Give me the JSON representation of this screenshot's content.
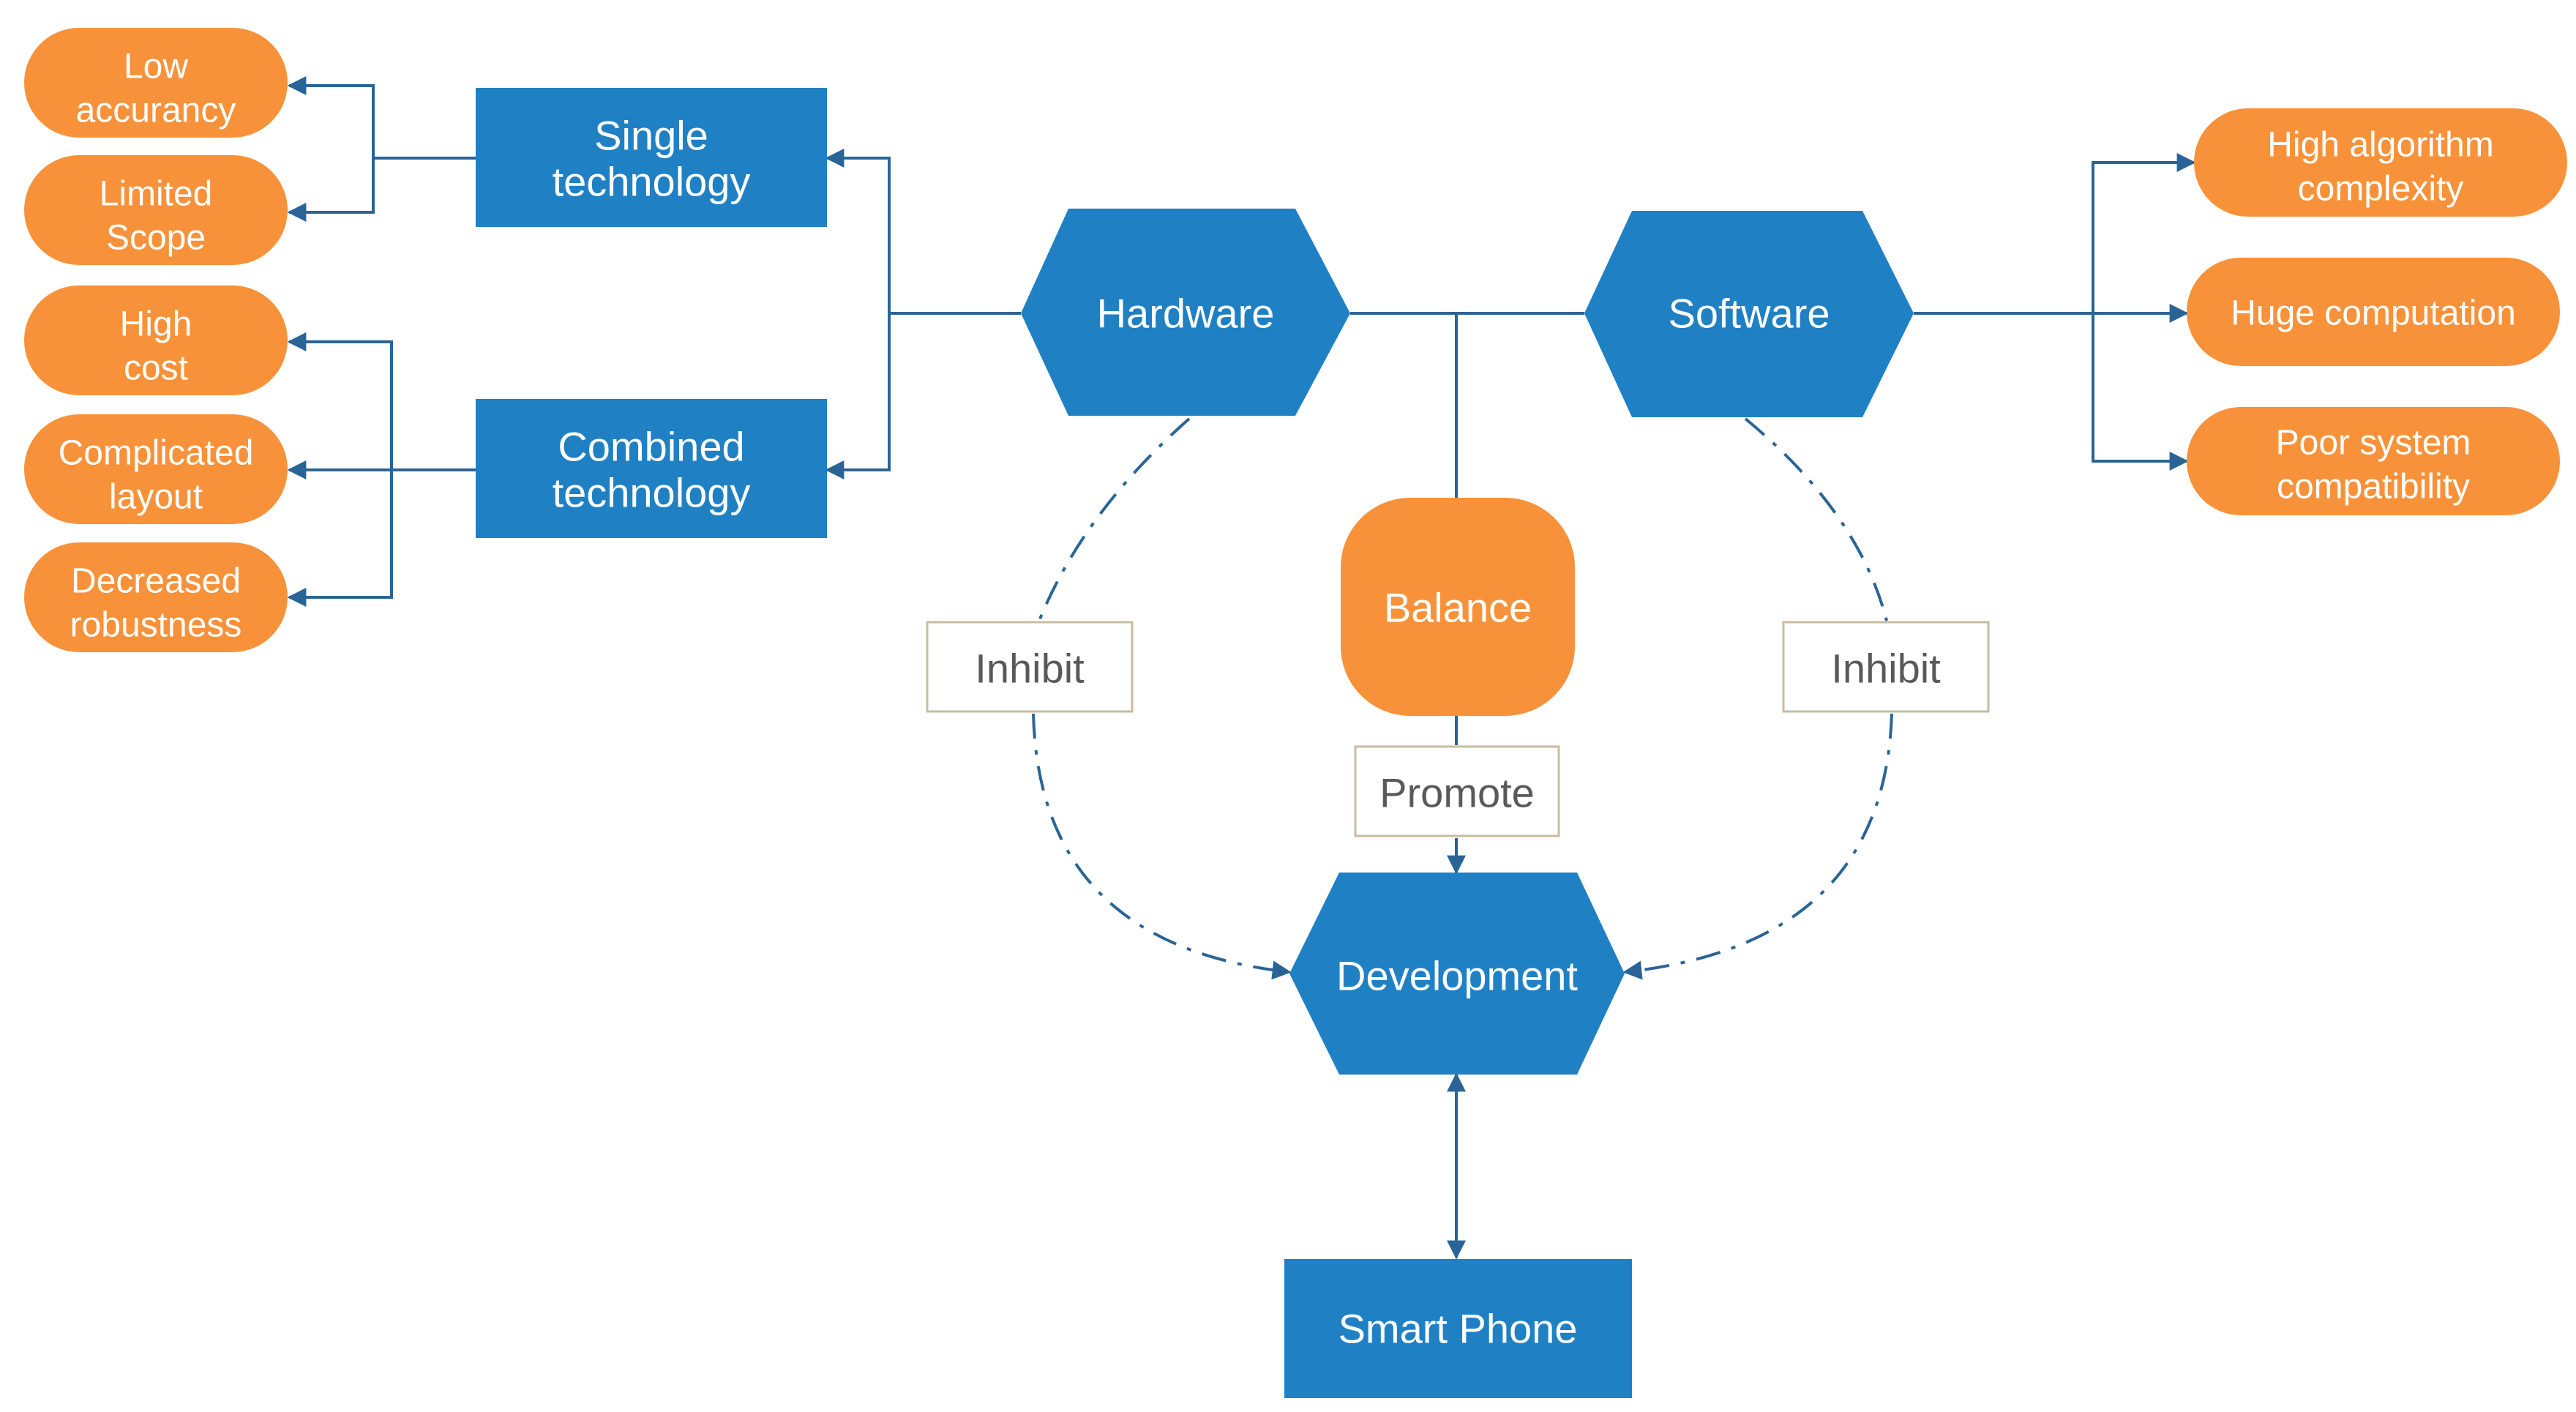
{
  "colors": {
    "blue": "#2080c4",
    "orange": "#f7923a",
    "connector": "#2a6496",
    "label_border": "#c8bca0",
    "label_text": "#595959"
  },
  "left_pills": [
    {
      "id": "low-accuracy",
      "lines": [
        "Low",
        "accurancy"
      ]
    },
    {
      "id": "limited-scope",
      "lines": [
        "Limited",
        "Scope"
      ]
    },
    {
      "id": "high-cost",
      "lines": [
        "High",
        "cost"
      ]
    },
    {
      "id": "complicated-layout",
      "lines": [
        "Complicated",
        "layout"
      ]
    },
    {
      "id": "decreased-robustness",
      "lines": [
        "Decreased",
        "robustness"
      ]
    }
  ],
  "right_pills": [
    {
      "id": "high-algorithm-complexity",
      "lines": [
        "High algorithm",
        "complexity"
      ]
    },
    {
      "id": "huge-computation",
      "lines": [
        "Huge computation"
      ]
    },
    {
      "id": "poor-system-compatibility",
      "lines": [
        "Poor system",
        "compatibility"
      ]
    }
  ],
  "tech_boxes": [
    {
      "id": "single-technology",
      "lines": [
        "Single",
        "technology"
      ]
    },
    {
      "id": "combined-technology",
      "lines": [
        "Combined",
        "technology"
      ]
    }
  ],
  "hexagons": {
    "hardware": "Hardware",
    "software": "Software",
    "development": "Development"
  },
  "balance": "Balance",
  "labels": {
    "inhibit_left": "Inhibit",
    "inhibit_right": "Inhibit",
    "promote": "Promote"
  },
  "smart_phone": "Smart Phone"
}
